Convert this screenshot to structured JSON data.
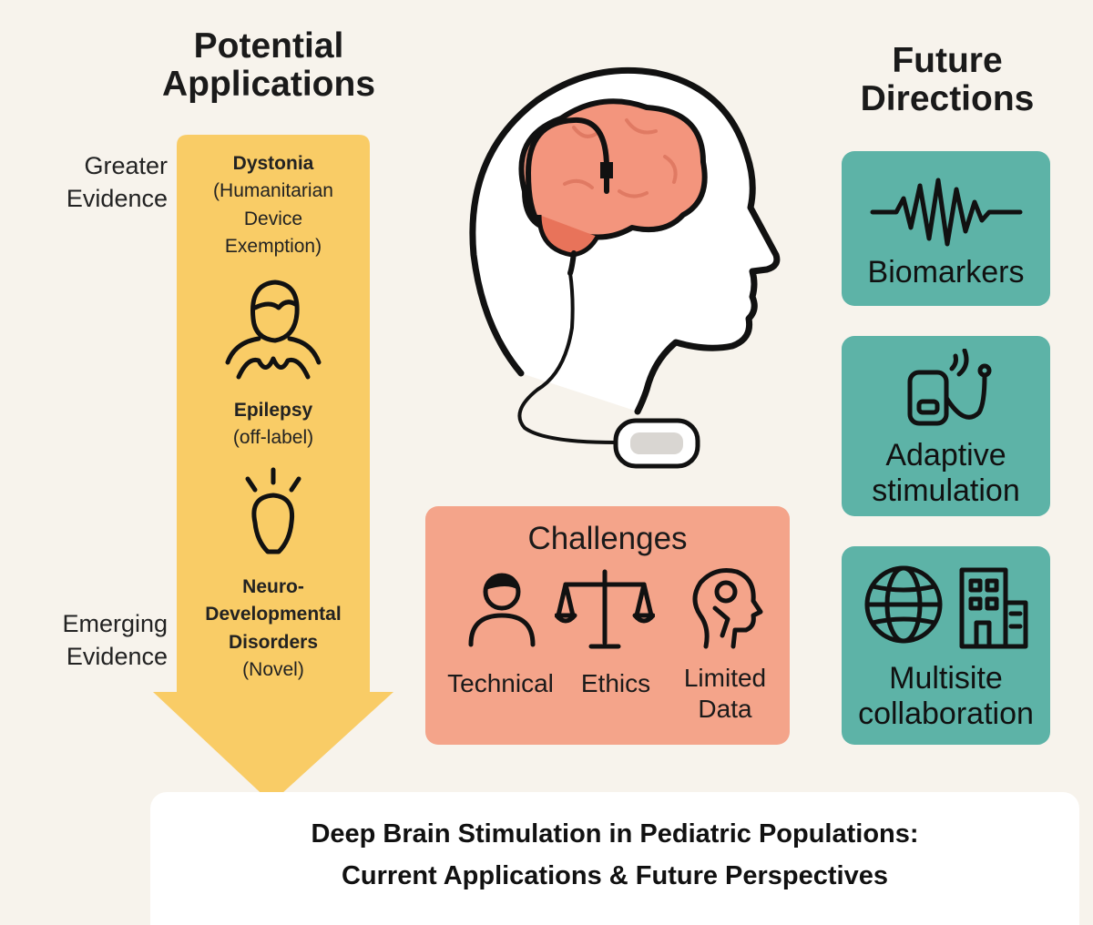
{
  "left_panel": {
    "title_line1": "Potential",
    "title_line2": "Applications",
    "evidence_top_line1": "Greater",
    "evidence_top_line2": "Evidence",
    "evidence_bottom_line1": "Emerging",
    "evidence_bottom_line2": "Evidence",
    "arrow_color": "#f9cc66",
    "items": [
      {
        "name": "Dystonia",
        "detail_lines": [
          "(Humanitarian",
          "Device",
          "Exemption)"
        ]
      },
      {
        "name": "Epilepsy",
        "detail_lines": [
          "(off-label)"
        ]
      },
      {
        "name_lines": [
          "Neuro-",
          "Developmental",
          "Disorders"
        ],
        "detail_lines": [
          "(Novel)"
        ]
      }
    ]
  },
  "right_panel": {
    "title_line1": "Future",
    "title_line2": "Directions",
    "card_color": "#5db3a7",
    "cards": [
      {
        "label_lines": [
          "Biomarkers"
        ],
        "icon": "waveform-icon"
      },
      {
        "label_lines": [
          "Adaptive",
          "stimulation"
        ],
        "icon": "stimulator-device-icon"
      },
      {
        "label_lines": [
          "Multisite",
          "collaboration"
        ],
        "icon": "globe-building-icon"
      }
    ]
  },
  "challenges": {
    "title": "Challenges",
    "color": "#f4a48a",
    "items": [
      {
        "label_lines": [
          "Technical"
        ],
        "icon": "person-icon"
      },
      {
        "label_lines": [
          "Ethics"
        ],
        "icon": "scales-icon"
      },
      {
        "label_lines": [
          "Limited",
          "Data"
        ],
        "icon": "head-profile-icon"
      }
    ]
  },
  "center": {
    "icon": "head-brain-dbs-icon",
    "brain_color": "#f3957d"
  },
  "footer": {
    "line1": "Deep Brain Stimulation in Pediatric Populations:",
    "line2": "Current Applications & Future Perspectives"
  }
}
